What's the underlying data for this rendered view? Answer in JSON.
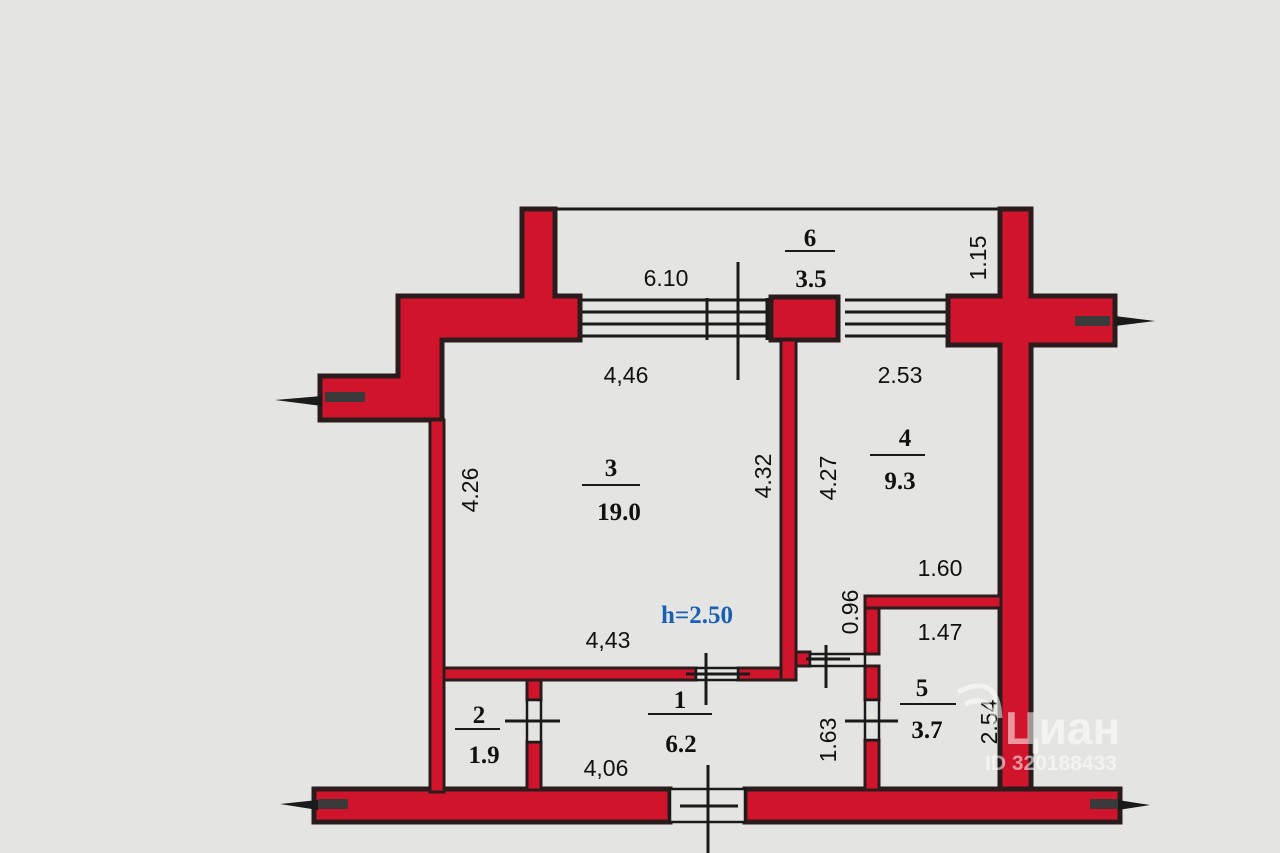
{
  "plan": {
    "ceiling_height": "h=2.50",
    "wall_color": "#d0142c",
    "wall_outline_color": "#2a1c1c",
    "paper_color": "#e4e4e2",
    "rooms": [
      {
        "number": "1",
        "area": "6.2"
      },
      {
        "number": "2",
        "area": "1.9"
      },
      {
        "number": "3",
        "area": "19.0"
      },
      {
        "number": "4",
        "area": "9.3"
      },
      {
        "number": "5",
        "area": "3.7"
      },
      {
        "number": "6",
        "area": "3.5"
      }
    ],
    "dimensions": {
      "balcony_length": "6.10",
      "balcony_depth": "1.15",
      "room3_top": "4,46",
      "room3_left": "4.26",
      "room3_right": "4.32",
      "room3_bottom": "4,43",
      "room4_top": "2.53",
      "room4_left": "4.27",
      "room4_bottom": "1.60",
      "room5_top": "1.47",
      "room5_right": "2.54",
      "corridor_left": "1.63",
      "corridor_right": "0.96",
      "hall_bottom": "4,06"
    }
  },
  "watermark": {
    "brand": "Циан",
    "id": "ID 320188433"
  }
}
